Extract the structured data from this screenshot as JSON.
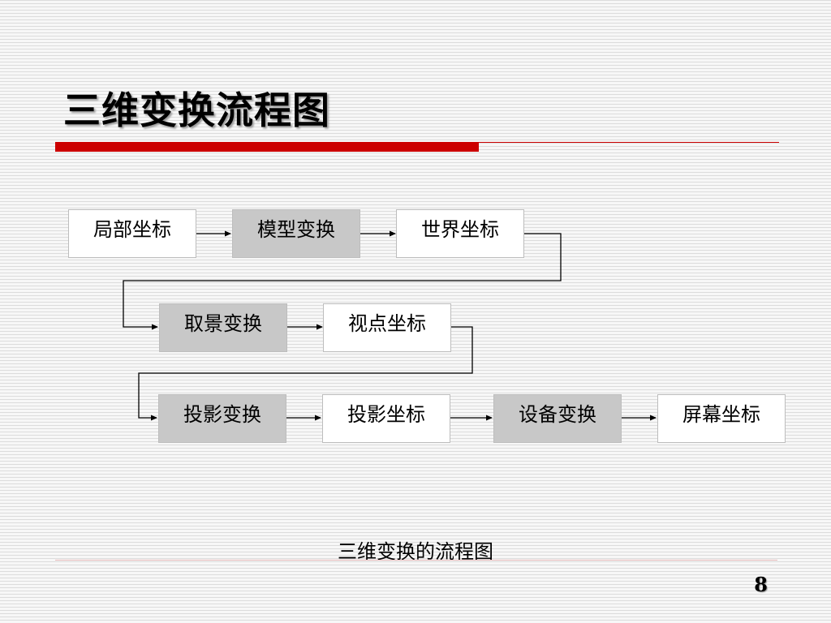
{
  "slide": {
    "title": "三维变换流程图",
    "caption": "三维变换的流程图",
    "page_number": "8"
  },
  "flow": {
    "row1": [
      "局部坐标",
      "模型变换",
      "世界坐标"
    ],
    "row2": [
      "取景变换",
      "视点坐标"
    ],
    "row3": [
      "投影变换",
      "投影坐标",
      "设备变换",
      "屏幕坐标"
    ]
  },
  "colors": {
    "accent_red": "#cc0000",
    "process_fill": "#c8c8c8",
    "coordinate_fill": "#ffffff"
  }
}
